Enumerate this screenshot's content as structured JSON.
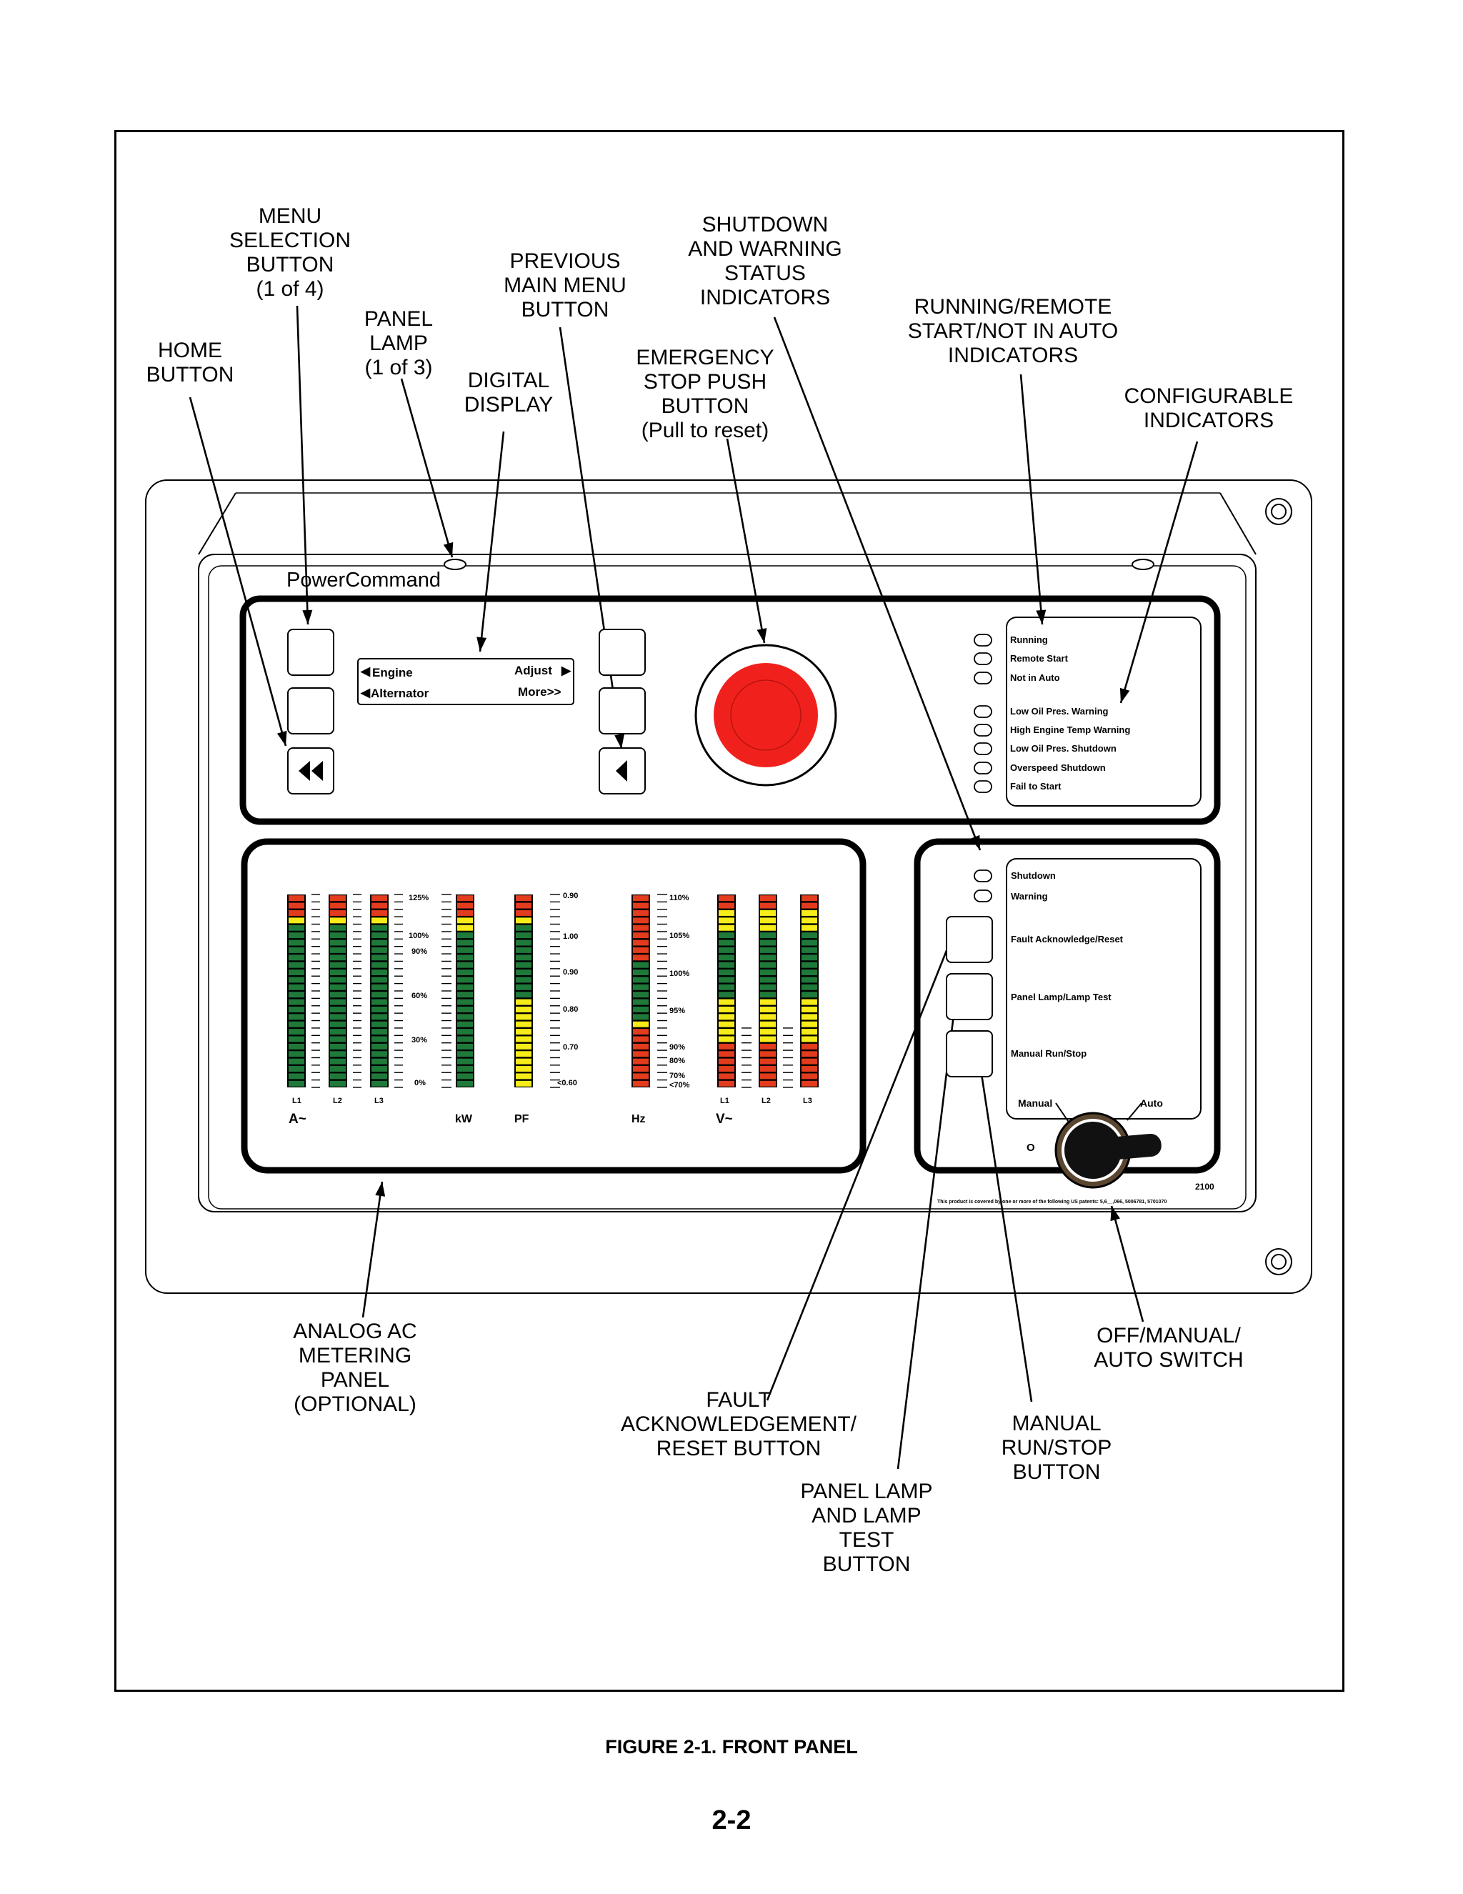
{
  "brand": "PowerCommand",
  "callouts": {
    "menu_selection": "MENU\nSELECTION\nBUTTON\n(1 of 4)",
    "home": "HOME\nBUTTON",
    "panel_lamp": "PANEL\nLAMP\n(1 of 3)",
    "digital_display": "DIGITAL\nDISPLAY",
    "previous_main_menu": "PREVIOUS\nMAIN MENU\nBUTTON",
    "emergency_stop": "EMERGENCY\nSTOP PUSH\nBUTTON\n(Pull to reset)",
    "shutdown_warning": "SHUTDOWN\nAND WARNING\nSTATUS\nINDICATORS",
    "running_remote": "RUNNING/REMOTE\nSTART/NOT IN AUTO\nINDICATORS",
    "configurable": "CONFIGURABLE\nINDICATORS",
    "analog_ac": "ANALOG AC\nMETERING\nPANEL\n(OPTIONAL)",
    "fault_ack": "FAULT\nACKNOWLEDGEMENT/\nRESET BUTTON",
    "panel_lamp_test": "PANEL LAMP\nAND LAMP\nTEST\nBUTTON",
    "manual_run": "MANUAL\nRUN/STOP\nBUTTON",
    "off_manual_auto": "OFF/MANUAL/\nAUTO SWITCH"
  },
  "display": {
    "left_1": "Engine",
    "left_2": "Alternator",
    "right_1": "Adjust",
    "right_2": "More>>"
  },
  "status_indicators": [
    "Running",
    "Remote Start",
    "Not in Auto"
  ],
  "configurable_indicators": [
    "Low Oil Pres. Warning",
    "High Engine Temp Warning",
    "Low Oil Pres. Shutdown",
    "Overspeed Shutdown",
    "Fail to Start"
  ],
  "lower_right": {
    "shutdown": "Shutdown",
    "warning": "Warning",
    "fault_ack": "Fault Acknowledge/Reset",
    "lamp_test": "Panel Lamp/Lamp Test",
    "manual_run": "Manual Run/Stop",
    "switch_manual": "Manual",
    "switch_auto": "Auto",
    "switch_off": "O",
    "model": "2100",
    "patent": "This product is covered by one or more of the following US patents: 5,6__,066, 5006781, 5701070"
  },
  "meters": {
    "amp_scale": [
      "125%",
      "100%",
      "90%",
      "60%",
      "30%",
      "0%"
    ],
    "pf_scale": [
      "0.90",
      "1.00",
      "0.90",
      "0.80",
      "0.70",
      "<0.60"
    ],
    "hz_scale": [
      "110%",
      "105%",
      "100%",
      "95%",
      "90%",
      "80%",
      "70%",
      "<70%"
    ],
    "amp_phases": [
      "L1",
      "L2",
      "L3"
    ],
    "volt_phases": [
      "L1",
      "L2",
      "L3"
    ],
    "amp_label": "A~",
    "kw_label": "kW",
    "pf_label": "PF",
    "hz_label": "Hz",
    "volt_label": "V~"
  },
  "caption": "FIGURE 2-1. FRONT PANEL",
  "page_number": "2-2",
  "colors": {
    "red": "#e23b1e",
    "yellow": "#f5ec1a",
    "green": "#1f7a3a",
    "estop": "#f0211d"
  }
}
